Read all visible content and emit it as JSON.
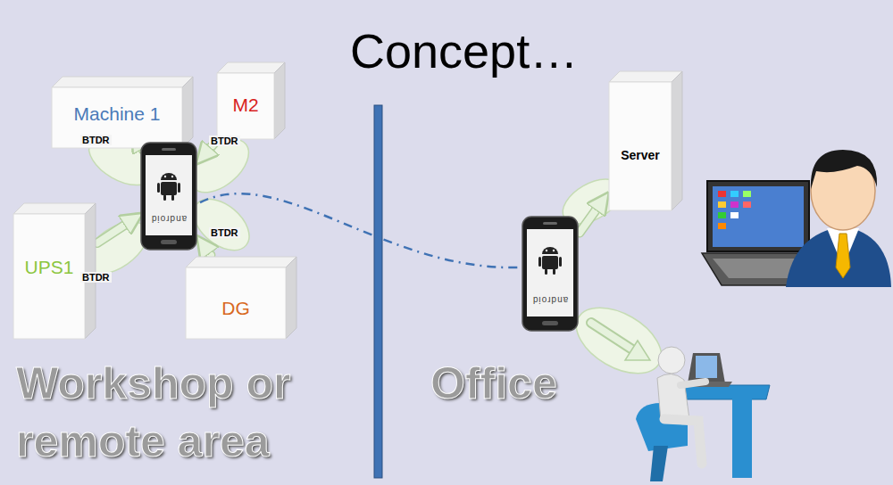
{
  "diagram": {
    "title": "Concept…",
    "nodes": [
      {
        "text": [
          "Machine 1"
        ]
      },
      {
        "text": [
          "M2"
        ]
      },
      {
        "text": [
          "UPS1"
        ]
      },
      {
        "text": [
          "DG"
        ]
      },
      {
        "text": [
          "android"
        ]
      },
      {
        "text": [
          "android"
        ]
      },
      {
        "text": [
          "Server"
        ]
      }
    ],
    "edges": [
      {
        "from": 0,
        "to": 4,
        "label": "BTDR",
        "arrow": "to"
      },
      {
        "from": 1,
        "to": 4,
        "label": "BTDR",
        "arrow": "to"
      },
      {
        "from": 2,
        "to": 4,
        "label": "BTDR",
        "arrow": "to"
      },
      {
        "from": 3,
        "to": 4,
        "label": "BTDR",
        "arrow": "to"
      },
      {
        "from": 4,
        "to": 5,
        "arrow": "none"
      },
      {
        "from": 5,
        "to": 6,
        "arrow": "to"
      }
    ],
    "labels": [
      "Workshop or remote area",
      "Office"
    ]
  }
}
